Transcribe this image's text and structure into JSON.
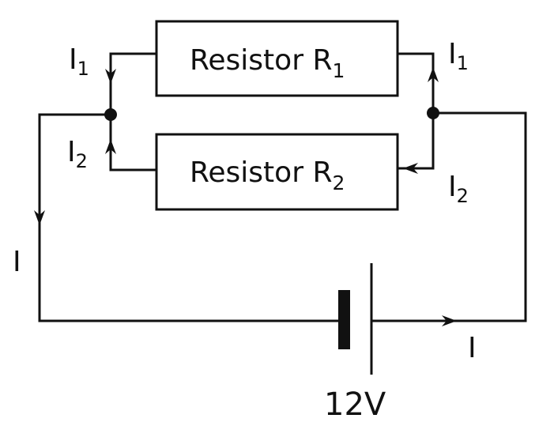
{
  "colors": {
    "ink": "#111111",
    "background": "#ffffff"
  },
  "resistors": [
    {
      "label": "Resistor R",
      "subscript": "1"
    },
    {
      "label": "Resistor R",
      "subscript": "2"
    }
  ],
  "currents": {
    "total": "I",
    "i1": {
      "symbol": "I",
      "subscript": "1"
    },
    "i2": {
      "symbol": "I",
      "subscript": "2"
    }
  },
  "battery": {
    "voltage": "12V"
  }
}
